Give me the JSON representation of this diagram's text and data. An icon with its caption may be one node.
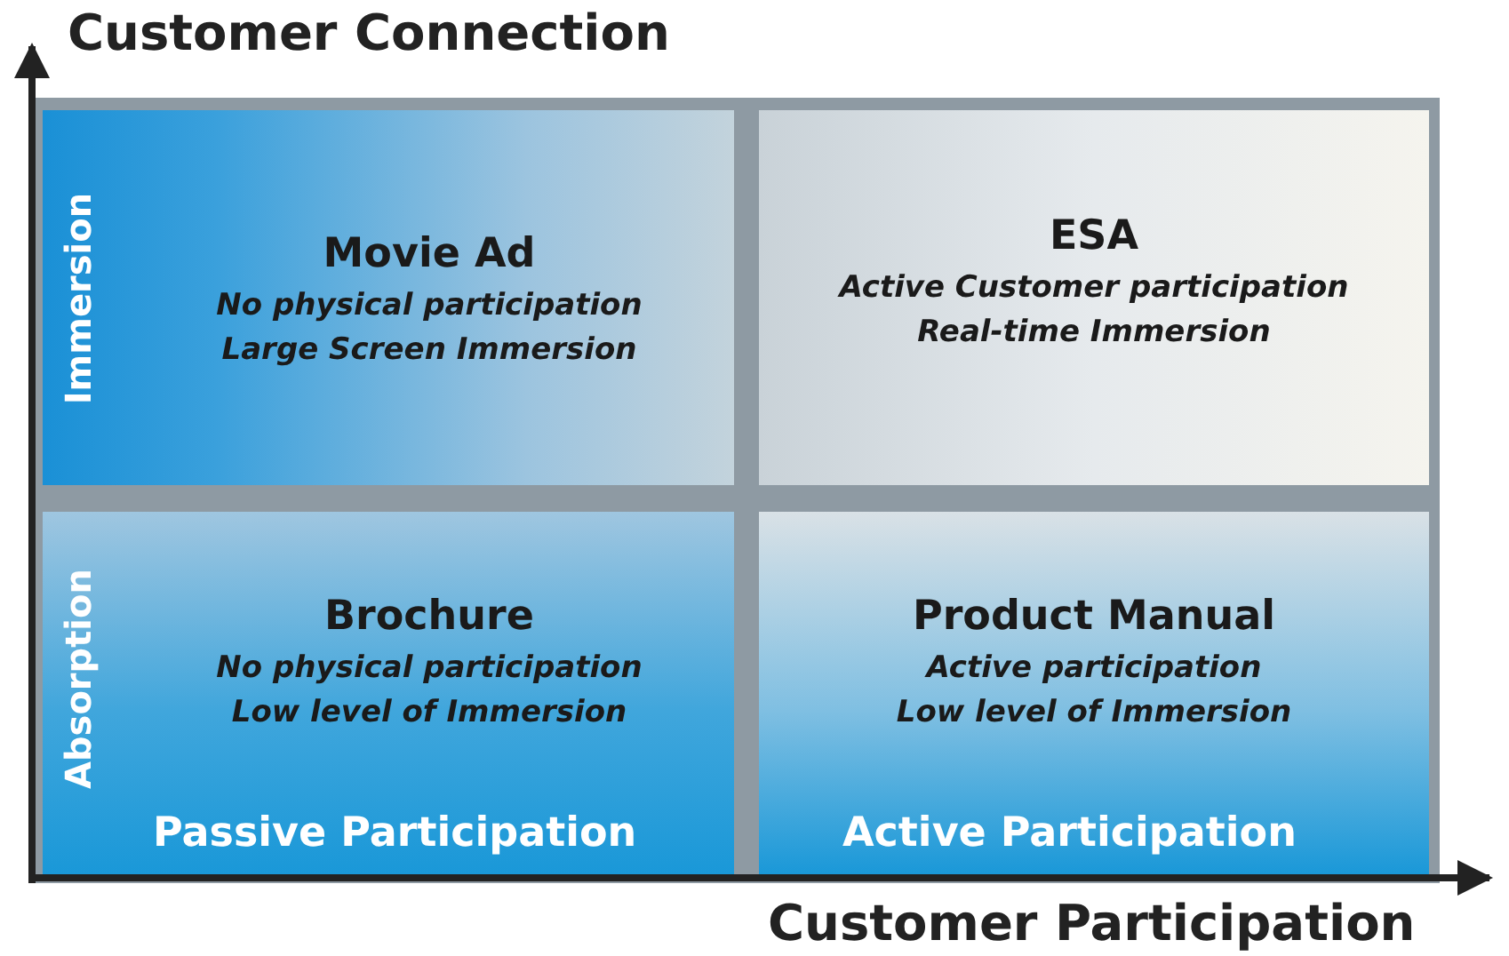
{
  "diagram": {
    "nodes": [
      {
        "text": [
          "Movie Ad",
          "No physical participation",
          "Large Screen Immersion"
        ]
      },
      {
        "text": [
          "ESA",
          "Active Customer participation",
          "Real-time Immersion"
        ]
      },
      {
        "text": [
          "Brochure",
          "No physical participation",
          "Low level of Immersion"
        ]
      },
      {
        "text": [
          "Product Manual",
          "Active participation",
          "Low level of Immersion"
        ]
      }
    ],
    "labels": [
      "Customer Connection",
      "Immersion",
      "Absorption",
      "Passive Participation",
      "Active Participation",
      "Customer Participation"
    ]
  }
}
